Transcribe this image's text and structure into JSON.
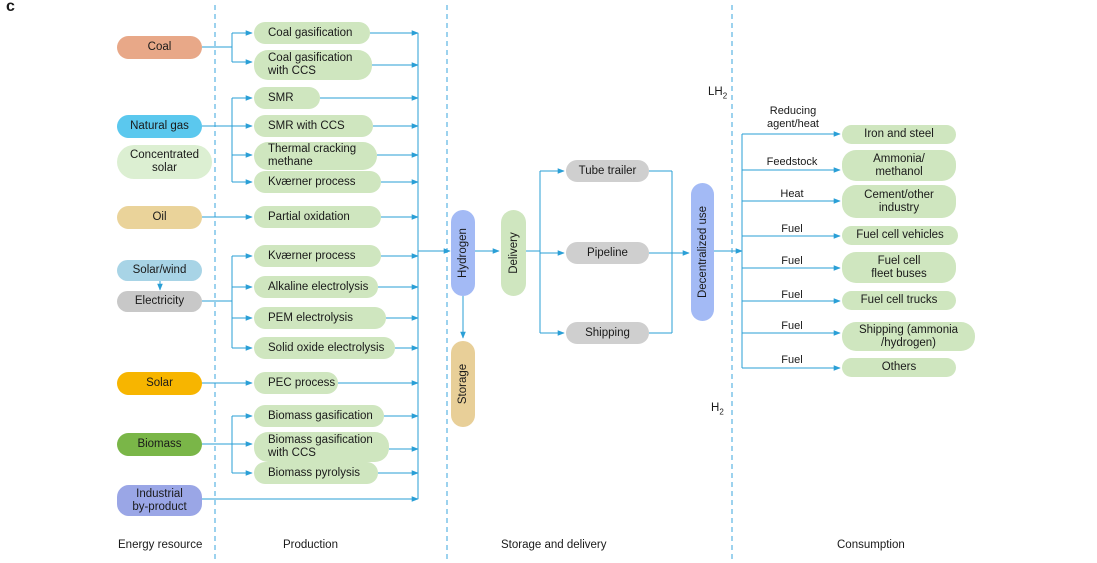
{
  "panel_label": "c",
  "resources": {
    "coal": "Coal",
    "natural_gas": "Natural gas",
    "concentrated_solar": "Concentrated\nsolar",
    "oil": "Oil",
    "solar_wind": "Solar/wind",
    "electricity": "Electricity",
    "solar": "Solar",
    "biomass": "Biomass",
    "industrial": "Industrial\nby-product"
  },
  "production": {
    "coal_gasification": "Coal gasification",
    "coal_gasification_ccs": "Coal gasification\nwith CCS",
    "smr": "SMR",
    "smr_ccs": "SMR with CCS",
    "thermal_cracking": "Thermal cracking\nmethane",
    "kvaerner_1": "Kværner process",
    "partial_oxidation": "Partial oxidation",
    "kvaerner_2": "Kværner process",
    "alkaline": "Alkaline electrolysis",
    "pem": "PEM electrolysis",
    "solid_oxide": "Solid oxide electrolysis",
    "pec": "PEC process",
    "biomass_gasification": "Biomass gasification",
    "biomass_gasification_ccs": "Biomass gasification\nwith CCS",
    "biomass_pyrolysis": "Biomass pyrolysis"
  },
  "central": {
    "hydrogen": "Hydrogen",
    "storage": "Storage",
    "delivery": "Delivery",
    "decentralized": "Decentralized use"
  },
  "delivery_modes": {
    "tube_trailer": "Tube trailer",
    "pipeline": "Pipeline",
    "shipping": "Shipping"
  },
  "forms": {
    "lh2_main": "LH",
    "lh2_sub": "2",
    "h2_main": "H",
    "h2_sub": "2"
  },
  "uses": {
    "reducing": "Reducing\nagent/heat",
    "feedstock": "Feedstock",
    "heat": "Heat",
    "fuel_1": "Fuel",
    "fuel_2": "Fuel",
    "fuel_3": "Fuel",
    "fuel_4": "Fuel",
    "fuel_5": "Fuel"
  },
  "consumption": {
    "iron_steel": "Iron and steel",
    "ammonia_methanol": "Ammonia/\nmethanol",
    "cement": "Cement/other\nindustry",
    "fuel_cell_vehicles": "Fuel cell vehicles",
    "fuel_cell_buses": "Fuel cell\nfleet buses",
    "fuel_cell_trucks": "Fuel cell trucks",
    "shipping_ammonia": "Shipping (ammonia\n/hydrogen)",
    "others": "Others"
  },
  "stages": {
    "energy_resource": "Energy resource",
    "production": "Production",
    "storage_delivery": "Storage and delivery",
    "consumption": "Consumption"
  },
  "colors": {
    "arrow": "#2a9fd6",
    "divider": "#3aa6dc",
    "production_box": "#cfe6bf",
    "delivery_box": "#cfcfcf",
    "coal": "#e8a888",
    "natural_gas": "#5bc8ee",
    "concentrated_solar": "#dcefd2",
    "oil": "#ead39a",
    "solar_wind": "#a8d4e6",
    "electricity": "#c8c8c8",
    "solar": "#f7b500",
    "biomass": "#7ab648",
    "industrial": "#9aa6e6",
    "hydrogen": "#a3baf5",
    "storage": "#e8cf98",
    "delivery": "#cfe6bf",
    "decentralized": "#a3baf5"
  }
}
